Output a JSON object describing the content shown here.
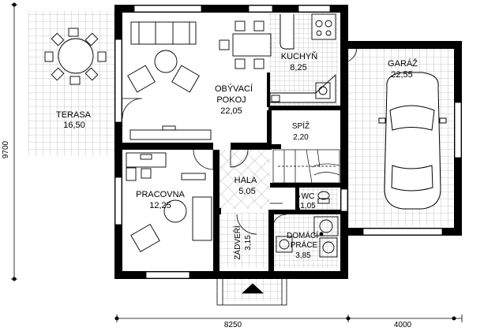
{
  "rooms": {
    "terasa": {
      "name": "TERASA",
      "area": "16,50"
    },
    "obyvaci": {
      "name1": "OBÝVACÍ",
      "name2": "POKOJ",
      "area": "22,05"
    },
    "kuchyn": {
      "name": "KUCHYŇ",
      "area": "8,25"
    },
    "garaz": {
      "name": "GARÁŽ",
      "area": "22,55"
    },
    "spiz": {
      "name": "SPÍŽ",
      "area": "2,20"
    },
    "hala": {
      "name": "HALA",
      "area": "5,05"
    },
    "pracovna": {
      "name": "PRACOVNA",
      "area": "12,25"
    },
    "wc": {
      "name": "WC",
      "area": "1,05"
    },
    "zadveri": {
      "name": "ZÁDVEŘÍ",
      "area": "3,15"
    },
    "domaci": {
      "name1": "DOMÁCÍ",
      "name2": "PRÁCE",
      "area": "3,85"
    }
  },
  "dimensions": {
    "height": "9700",
    "width_house": "8250",
    "width_garage": "4000"
  },
  "colors": {
    "wall": "#000000",
    "tile_line": "#9a9a9a",
    "furniture": "#000000"
  }
}
